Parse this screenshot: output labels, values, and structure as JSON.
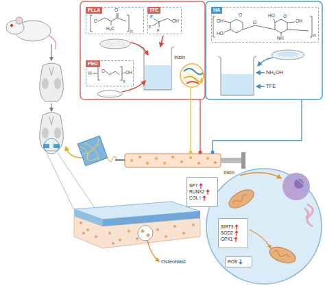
{
  "diagram": {
    "nodes": [
      {
        "text": [
          "PLLA"
        ]
      },
      {
        "text": [
          "TFE"
        ]
      },
      {
        "text": [
          "PEO"
        ]
      },
      {
        "text": [
          "Irisin"
        ]
      },
      {
        "text": [
          "HA"
        ]
      },
      {
        "text": [
          "Irisin"
        ]
      },
      {
        "text": [
          "SP7",
          "RUNX2",
          "COL I"
        ],
        "in": 5
      },
      {
        "text": [
          "SIRT3",
          "SOD2",
          "GPX1"
        ],
        "in": 5
      },
      {
        "text": [
          "ROS"
        ],
        "in": 5
      }
    ],
    "labels": [
      "O",
      "O",
      "H₃C",
      "n",
      "F",
      "F",
      "F",
      "OH",
      "H",
      "O",
      "OH",
      "n",
      "OH",
      "HO",
      "O",
      "O",
      "HO",
      "O",
      "OH",
      "NH",
      "n",
      "NH₄OH",
      "TFE",
      "Osteoblast"
    ]
  }
}
